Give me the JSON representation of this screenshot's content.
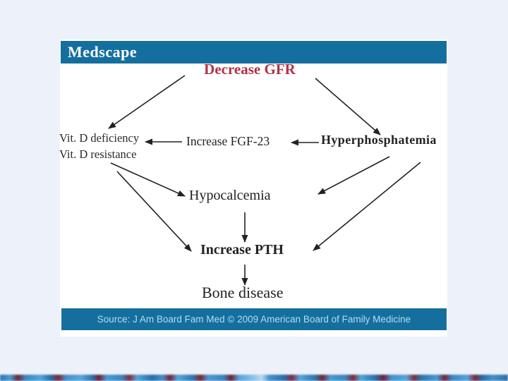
{
  "brand": {
    "logo_text": "Medscape"
  },
  "diagram": {
    "gfr": "Decrease GFR",
    "vitd_line1": "Vit. D deficiency",
    "vitd_line2": "Vit. D resistance",
    "fgf23": "Increase FGF-23",
    "hyperphosphatemia": "Hyperphosphatemia",
    "hypocalcemia": "Hypocalcemia",
    "pth": "Increase PTH",
    "bone": "Bone disease",
    "edges": [
      {
        "from": "Decrease GFR",
        "to": "Vit. D deficiency / Vit. D resistance"
      },
      {
        "from": "Decrease GFR",
        "to": "Hyperphosphatemia"
      },
      {
        "from": "Increase FGF-23",
        "to": "Vit. D deficiency / Vit. D resistance"
      },
      {
        "from": "Hyperphosphatemia",
        "to": "Increase FGF-23"
      },
      {
        "from": "Vit. D deficiency / Vit. D resistance",
        "to": "Hypocalcemia"
      },
      {
        "from": "Hyperphosphatemia",
        "to": "Hypocalcemia"
      },
      {
        "from": "Vit. D deficiency / Vit. D resistance",
        "to": "Increase PTH"
      },
      {
        "from": "Hyperphosphatemia",
        "to": "Increase PTH"
      },
      {
        "from": "Hypocalcemia",
        "to": "Increase PTH"
      },
      {
        "from": "Increase PTH",
        "to": "Bone disease"
      }
    ]
  },
  "footer": {
    "source_text": "Source: J Am Board Fam Med © 2009 American Board of Family Medicine"
  },
  "colors": {
    "page_bg": "#edf1f9",
    "panel_bg": "#ffffff",
    "header_teal": "#146f9f",
    "title_red": "#b23247",
    "diagram_text": "#222222",
    "footer_text": "#b3dcf0"
  }
}
